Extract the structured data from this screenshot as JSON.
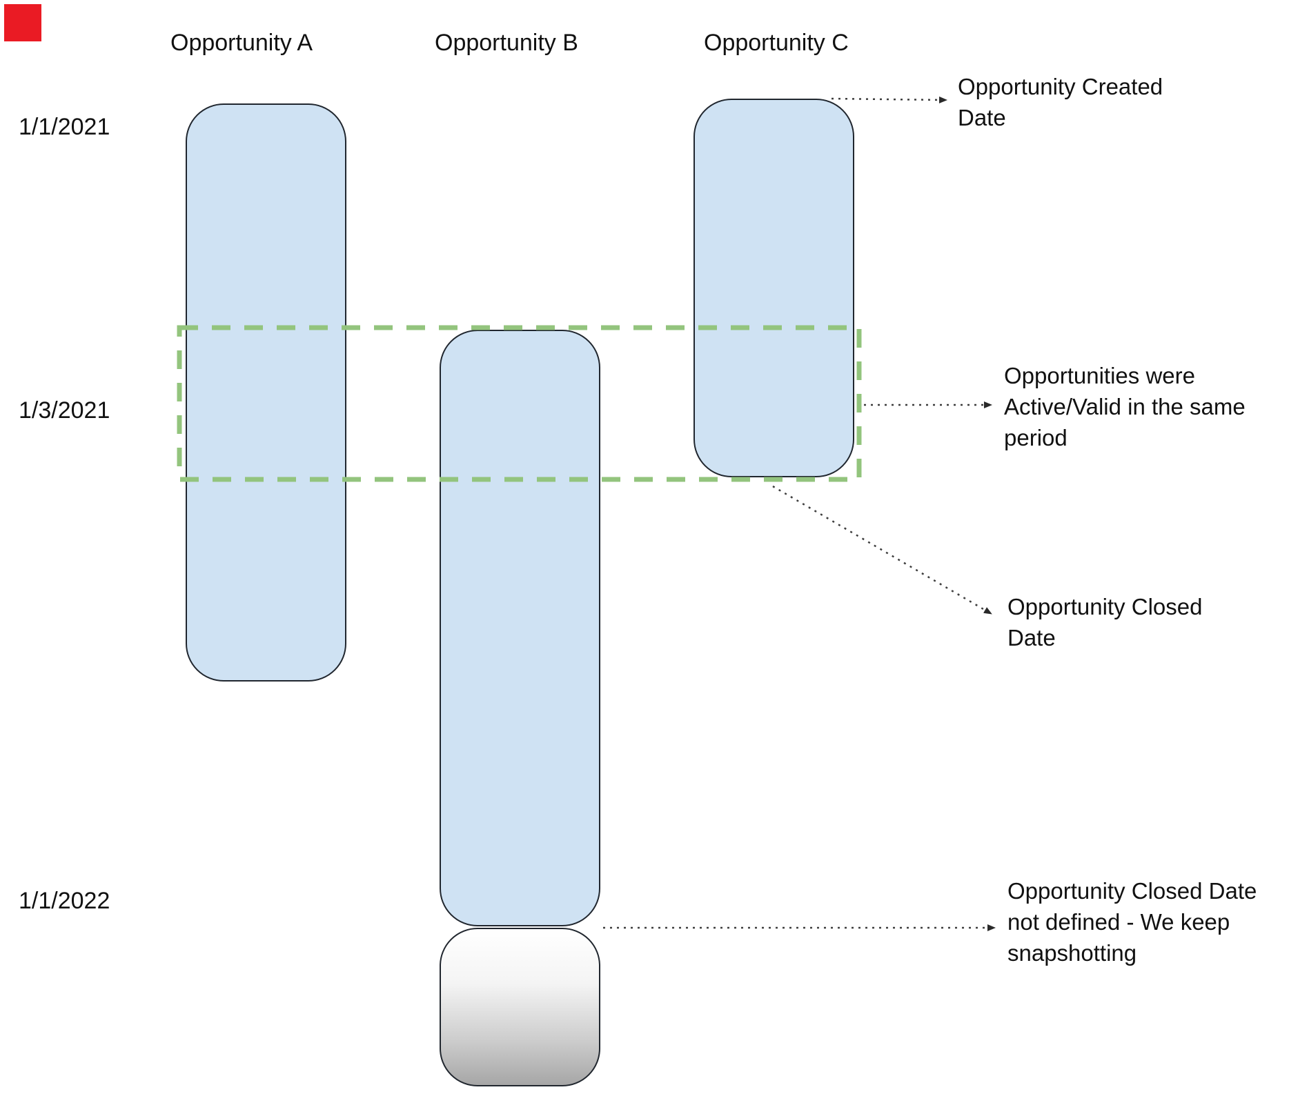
{
  "diagram": {
    "title_context": "Opportunity snapshot timeline diagram",
    "column_headers": [
      {
        "label": "Opportunity A"
      },
      {
        "label": "Opportunity B"
      },
      {
        "label": "Opportunity C"
      }
    ],
    "date_labels": [
      {
        "label": "1/1/2021"
      },
      {
        "label": "1/3/2021"
      },
      {
        "label": "1/1/2022"
      }
    ],
    "annotations": [
      {
        "text": "Opportunity Created Date"
      },
      {
        "text": "Opportunities were Active/Valid in the same period"
      },
      {
        "text": "Opportunity Closed Date"
      },
      {
        "text": "Opportunity Closed Date not defined - We keep snapshotting"
      }
    ],
    "bars": [
      {
        "name": "opportunity-a",
        "state": "closed"
      },
      {
        "name": "opportunity-b",
        "state": "still-open",
        "note": "gray gradient tail = closed date not defined"
      },
      {
        "name": "opportunity-c",
        "state": "closed"
      }
    ],
    "highlight": {
      "meaning": "period where all opportunities were active/valid at the same time"
    }
  },
  "colors": {
    "bar_fill": "#cfe2f3",
    "bar_border": "#20262e",
    "highlight_green": "#93c47d",
    "connector": "#3d3d3d",
    "gradient_top": "#ffffff",
    "gradient_bottom": "#a6a6a6",
    "red_marker": "#ea1b24",
    "text": "#111111",
    "background": "#ffffff"
  }
}
